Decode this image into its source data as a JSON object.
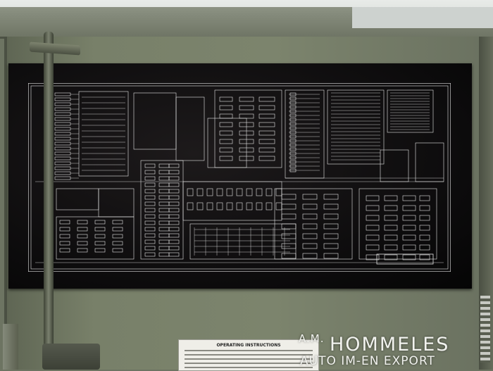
{
  "scene": {
    "subject": "",
    "colors": {
      "cabinet": "#7a8169",
      "plate": "#0c0b0c",
      "schematic_lines": "#e6e6e6"
    }
  },
  "instructions_label": {
    "title": "OPERATING INSTRUCTIONS"
  },
  "watermark": {
    "prefix": "A.M.",
    "name": "HOMMELES",
    "tagline": "AUTO IM-EN EXPORT"
  }
}
